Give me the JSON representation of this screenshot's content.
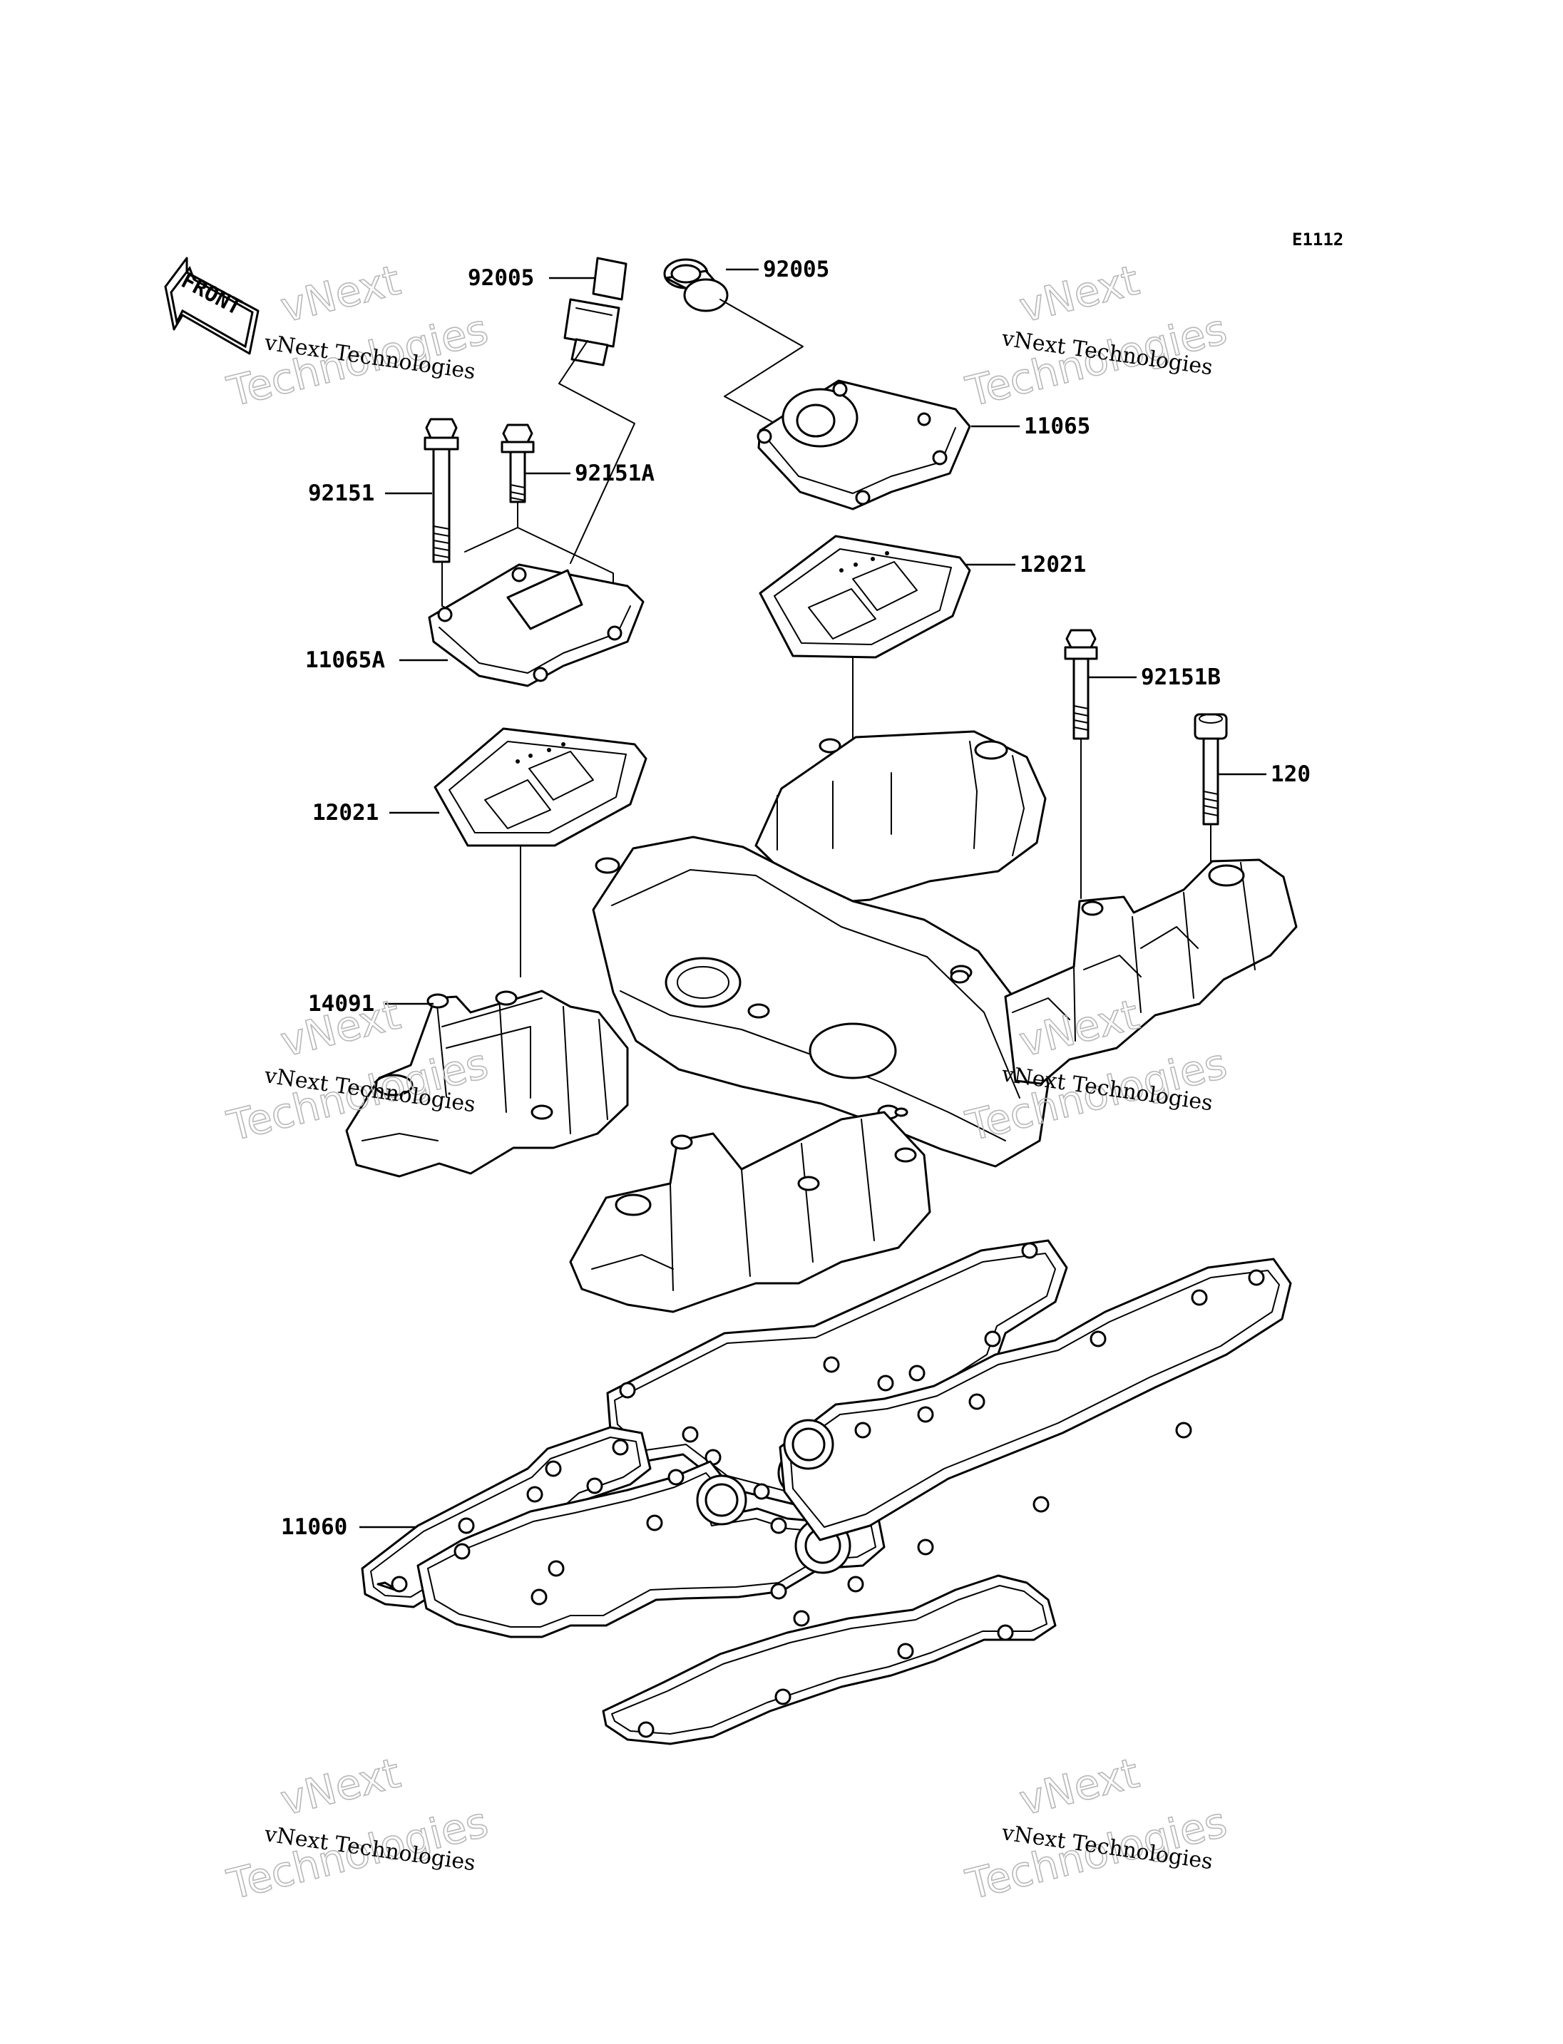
{
  "diagram": {
    "code": "E1112",
    "front_label": "FRONT",
    "labels": {
      "p92005_left": "92005",
      "p92005_right": "92005",
      "p11065": "11065",
      "p92151": "92151",
      "p92151A": "92151A",
      "p12021_right": "12021",
      "p11065A": "11065A",
      "p92151B": "92151B",
      "p120": "120",
      "p12021_left": "12021",
      "p14091": "14091",
      "p11060": "11060"
    },
    "watermark": {
      "line1": "vNext Technologies",
      "line2a": "vNext",
      "line2b": "Technologies"
    }
  }
}
